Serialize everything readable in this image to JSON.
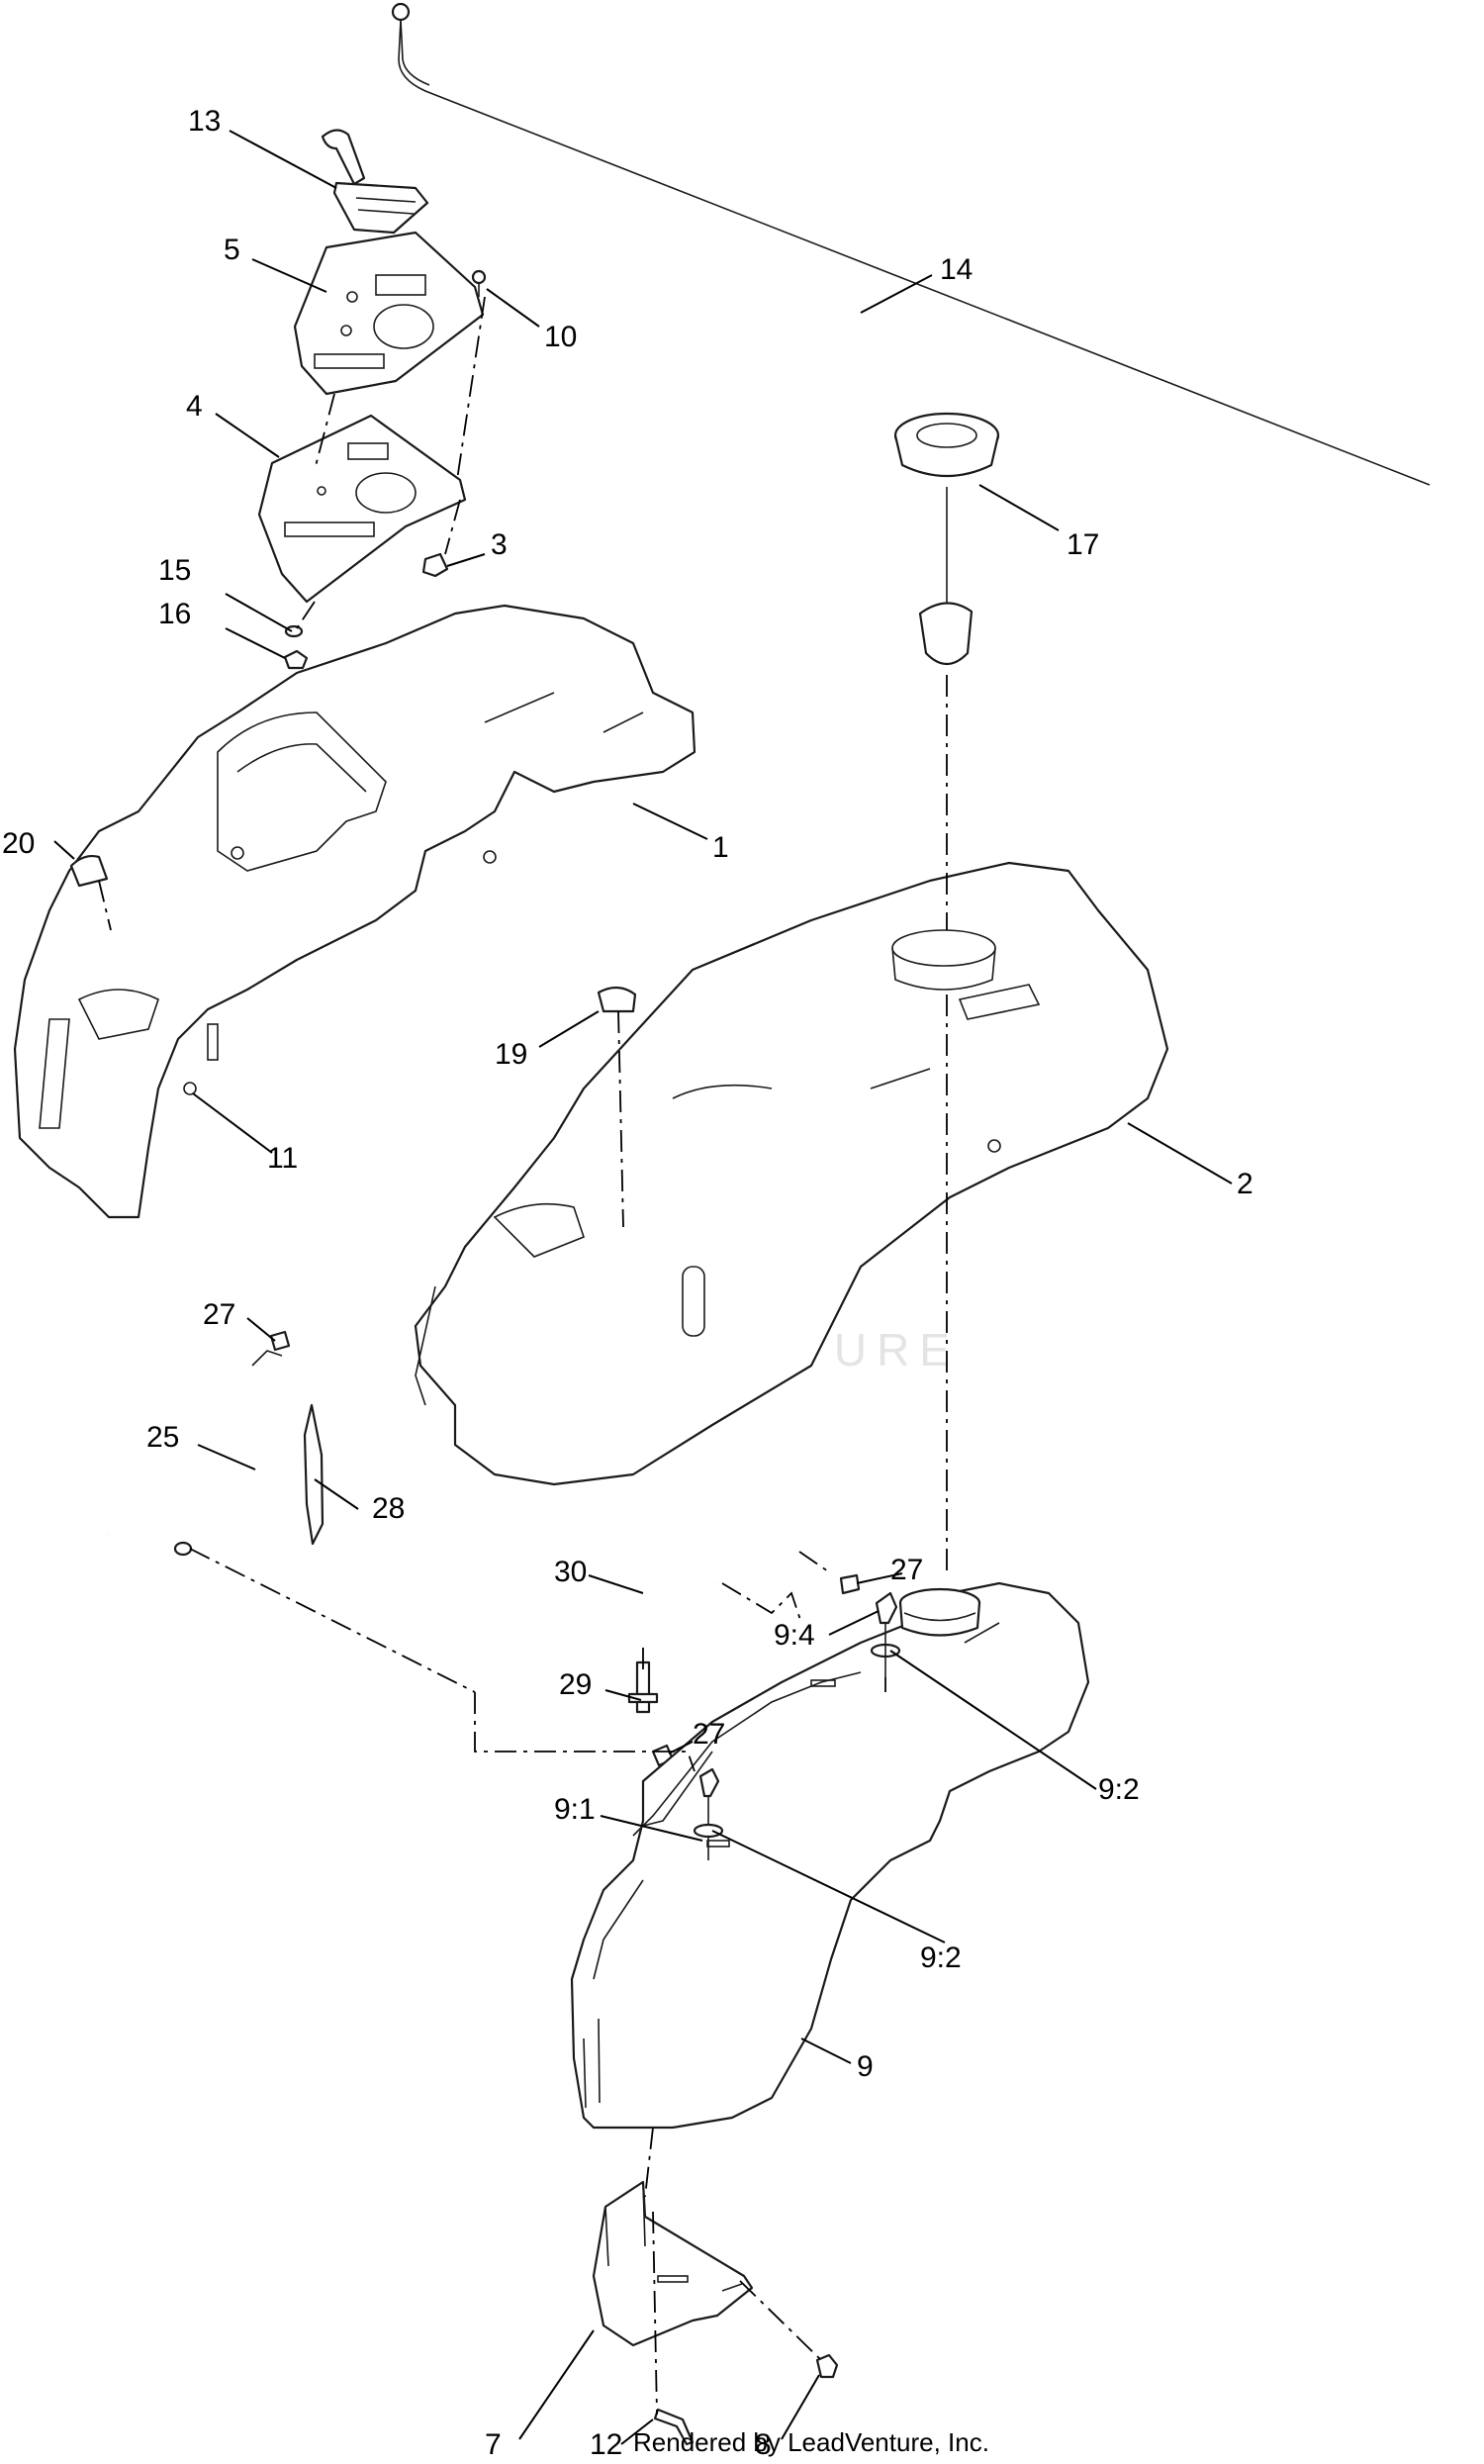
{
  "watermark": "LEADVENTURE",
  "credit": "Rendered by LeadVenture, Inc.",
  "callouts": {
    "c13": "13",
    "c5": "5",
    "c10": "10",
    "c4": "4",
    "c14": "14",
    "c17": "17",
    "c15": "15",
    "c3": "3",
    "c16": "16",
    "c1": "1",
    "c20": "20",
    "c19": "19",
    "c11": "11",
    "c2": "2",
    "c27a": "27",
    "c25": "25",
    "c28": "28",
    "c30": "30",
    "c27b": "27",
    "c94": "9:4",
    "c29": "29",
    "c27c": "27",
    "c92a": "9:2",
    "c91": "9:1",
    "c92b": "9:2",
    "c9": "9",
    "c7": "7",
    "c8": "8",
    "c12": "12"
  }
}
